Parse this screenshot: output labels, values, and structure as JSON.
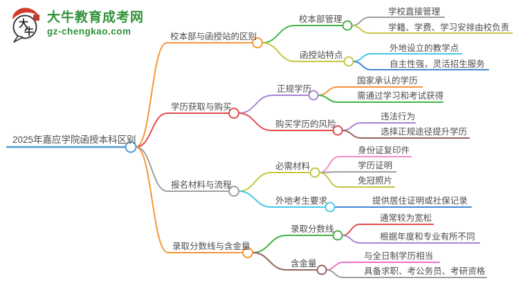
{
  "logo": {
    "title": "大牛教育成考网",
    "domain": "gz-chengkao.com",
    "brand_color": "#2e9138",
    "icon": "dainiu-speech-bubble-logo",
    "icon_text": "大牛",
    "icon_accent_color": "#d43a2a"
  },
  "mindmap": {
    "id": "root",
    "label": "2025年嘉应学院函授本科区别",
    "color": "#4a9ad2",
    "children": [
      {
        "id": "b1",
        "label": "校本部与函授站的区别",
        "color": "#f79433",
        "children": [
          {
            "id": "b1c1",
            "label": "校本部管理",
            "color": "#43b244",
            "children": [
              {
                "id": "b1c1l1",
                "label": "学校直接管理",
                "color": "#9e9e9e"
              },
              {
                "id": "b1c1l2",
                "label": "学籍、学费、学习安排由校负责",
                "color": "#c5c542"
              }
            ]
          },
          {
            "id": "b1c2",
            "label": "函授站特点",
            "color": "#c5c542",
            "children": [
              {
                "id": "b1c2l1",
                "label": "外地设立的教学点",
                "color": "#45c8e8"
              },
              {
                "id": "b1c2l2",
                "label": "自主性强，灵活招生服务",
                "color": "#4186d2"
              }
            ]
          }
        ]
      },
      {
        "id": "b2",
        "label": "学历获取与购买",
        "color": "#e14b4b",
        "children": [
          {
            "id": "b2c1",
            "label": "正规学历",
            "color": "#a583d2",
            "children": [
              {
                "id": "b2c1l1",
                "label": "国家承认的学历",
                "color": "#f79433"
              },
              {
                "id": "b2c1l2",
                "label": "需通过学习和考试获得",
                "color": "#43b244"
              }
            ]
          },
          {
            "id": "b2c2",
            "label": "购买学历的风险",
            "color": "#e14b4b",
            "children": [
              {
                "id": "b2c2l1",
                "label": "违法行为",
                "color": "#a583d2"
              },
              {
                "id": "b2c2l2",
                "label": "选择正规途径提升学历",
                "color": "#93625a"
              }
            ]
          }
        ]
      },
      {
        "id": "b3",
        "label": "报名材料与流程",
        "color": "#9e9e9e",
        "children": [
          {
            "id": "b3c1",
            "label": "必需材料",
            "color": "#c5c542",
            "children": [
              {
                "id": "b3c1l1",
                "label": "身份证复印件",
                "color": "#f08bc8"
              },
              {
                "id": "b3c1l2",
                "label": "学历证明",
                "color": "#9e9e9e"
              },
              {
                "id": "b3c1l3",
                "label": "免冠照片",
                "color": "#c5c542"
              }
            ]
          },
          {
            "id": "b3c2",
            "label": "外地考生要求",
            "color": "#45c8e8",
            "children": [
              {
                "id": "b3c2l1",
                "label": "提供居住证明或社保记录",
                "color": "#4186d2"
              }
            ]
          }
        ]
      },
      {
        "id": "b4",
        "label": "录取分数线与含金量",
        "color": "#f79433",
        "children": [
          {
            "id": "b4c1",
            "label": "录取分数线",
            "color": "#43b244",
            "children": [
              {
                "id": "b4c1l1",
                "label": "通常较为宽松",
                "color": "#e14b4b"
              },
              {
                "id": "b4c1l2",
                "label": "根据年度和专业有所不同",
                "color": "#a583d2"
              }
            ]
          },
          {
            "id": "b4c2",
            "label": "含金量",
            "color": "#93625a",
            "children": [
              {
                "id": "b4c2l1",
                "label": "与全日制学历相当",
                "color": "#ee6fc8"
              },
              {
                "id": "b4c2l2",
                "label": "具备求职、考公务员、考研资格",
                "color": "#9e9e9e"
              }
            ]
          }
        ]
      }
    ]
  }
}
